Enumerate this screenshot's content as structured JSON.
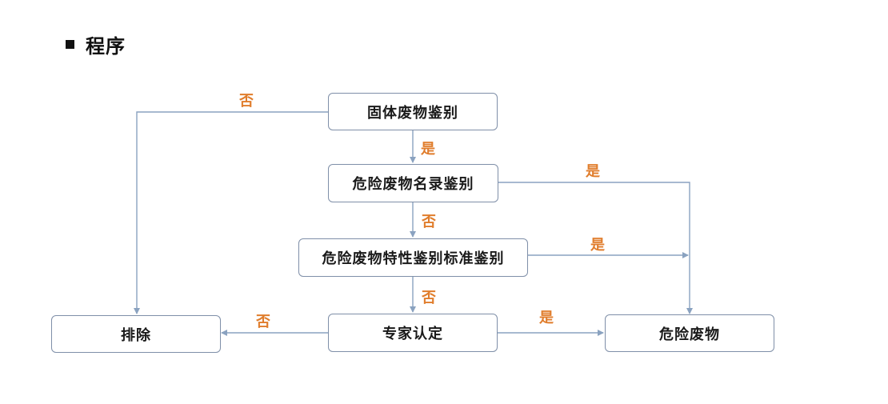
{
  "heading": {
    "title": "程序"
  },
  "nodes": {
    "solid_waste": "固体废物鉴别",
    "hazard_list": "危险废物名录鉴别",
    "hazard_characteristic": "危险废物特性鉴别标准鉴别",
    "expert": "专家认定",
    "exclude": "排除",
    "hazardous_waste": "危险废物"
  },
  "edges": {
    "solid_to_exclude": "否",
    "solid_to_list": "是",
    "list_to_hazard": "是",
    "list_to_characteristic": "否",
    "characteristic_to_hazard": "是",
    "characteristic_to_expert": "否",
    "expert_to_exclude": "否",
    "expert_to_hazard": "是"
  },
  "colors": {
    "line": "#8aa2c0",
    "border": "#7f8fa8",
    "label": "#e07d2c"
  }
}
